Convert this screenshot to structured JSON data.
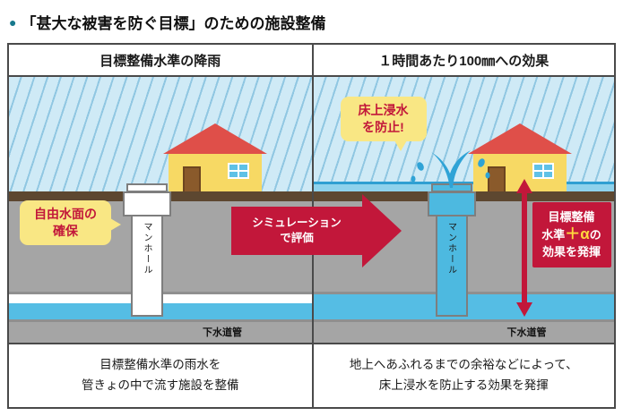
{
  "title": {
    "bullet": "●",
    "text": "「甚大な被害を防ぐ目標」のための施設整備"
  },
  "panels": {
    "left": {
      "header": "目標整備水準の降雨",
      "bubble_line1": "自由水面の",
      "bubble_line2": "確保",
      "manhole_label": "マンホール",
      "sewer_label": "下水道管",
      "caption_line1": "目標整備水準の雨水を",
      "caption_line2": "管きょの中で流す施設を整備"
    },
    "right": {
      "header": "１時間あたり100㎜への効果",
      "bubble_line1": "床上浸水",
      "bubble_line2": "を防止!",
      "effect_line1": "目標整備",
      "effect_line2_pre": "水準",
      "effect_line2_alpha": "＋α",
      "effect_line2_post": "の",
      "effect_line3": "効果を発揮",
      "manhole_label": "マンホール",
      "sewer_label": "下水道管",
      "caption_line1": "地上へあふれるまでの余裕などによって、",
      "caption_line2": "床上浸水を防止する効果を発揮"
    }
  },
  "center_arrow": {
    "line1": "シミュレーション",
    "line2": "で評価"
  },
  "colors": {
    "accent_red": "#c2173a",
    "bullet_teal": "#17798d",
    "bubble_yellow": "#f9e784",
    "alpha_yellow": "#ffd83d",
    "water_blue": "#55bde4",
    "sky_blue": "#cfeaf6",
    "ground_brown": "#5d4730",
    "underground_gray": "#a5a5a5"
  }
}
